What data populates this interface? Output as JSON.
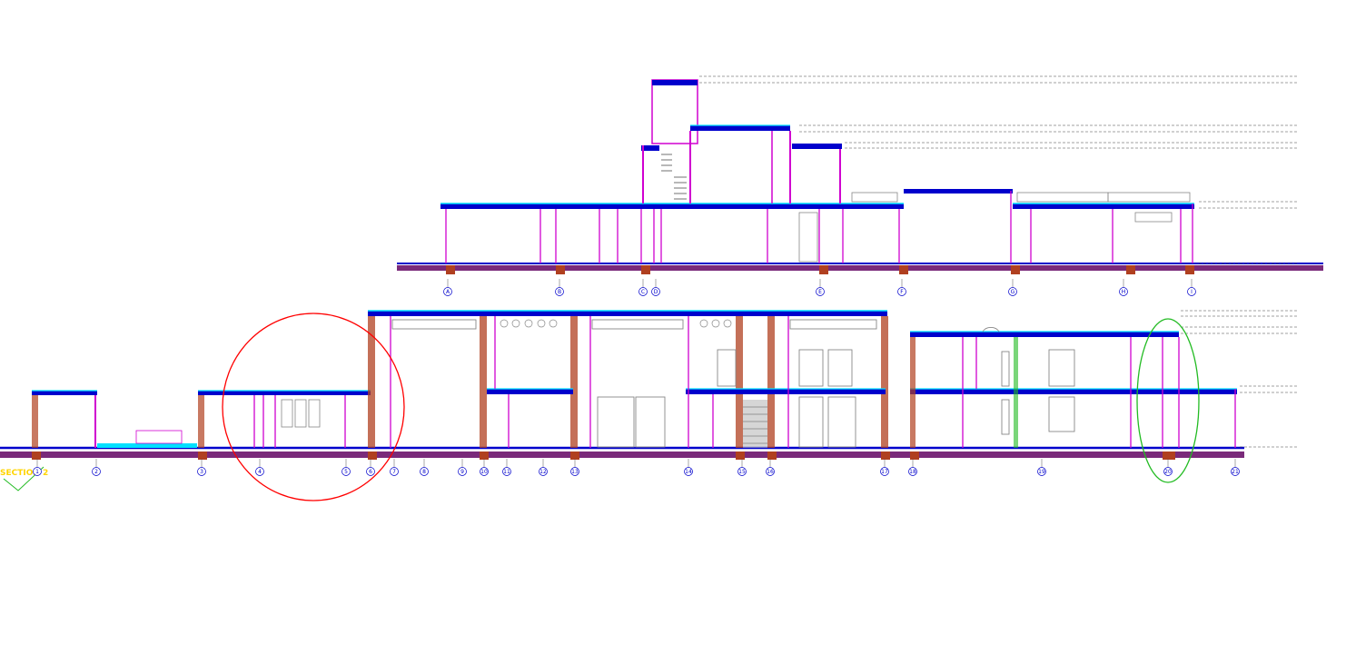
{
  "drawing": {
    "section_label": "SECTION 2",
    "colors": {
      "background": "#ffffff",
      "wall": "#d000d0",
      "slab": "#0000cc",
      "slab_top": "#00e0ff",
      "ground": "#7a2a7a",
      "hatch": "#b04020",
      "window": "#888888",
      "dim_line": "#444444",
      "highlight_red": "#ff0000",
      "highlight_green": "#22bb22",
      "section_mark": "#ffd400"
    },
    "upper_section": {
      "grid_markers": [
        "A",
        "B",
        "C",
        "D",
        "E",
        "F",
        "G",
        "H",
        "I"
      ]
    },
    "lower_section": {
      "grid_markers": [
        "1",
        "2",
        "3",
        "4",
        "5",
        "6",
        "7",
        "8",
        "9",
        "10",
        "11",
        "12",
        "13",
        "14",
        "15",
        "16",
        "17",
        "18",
        "19",
        "20",
        "21"
      ]
    }
  }
}
